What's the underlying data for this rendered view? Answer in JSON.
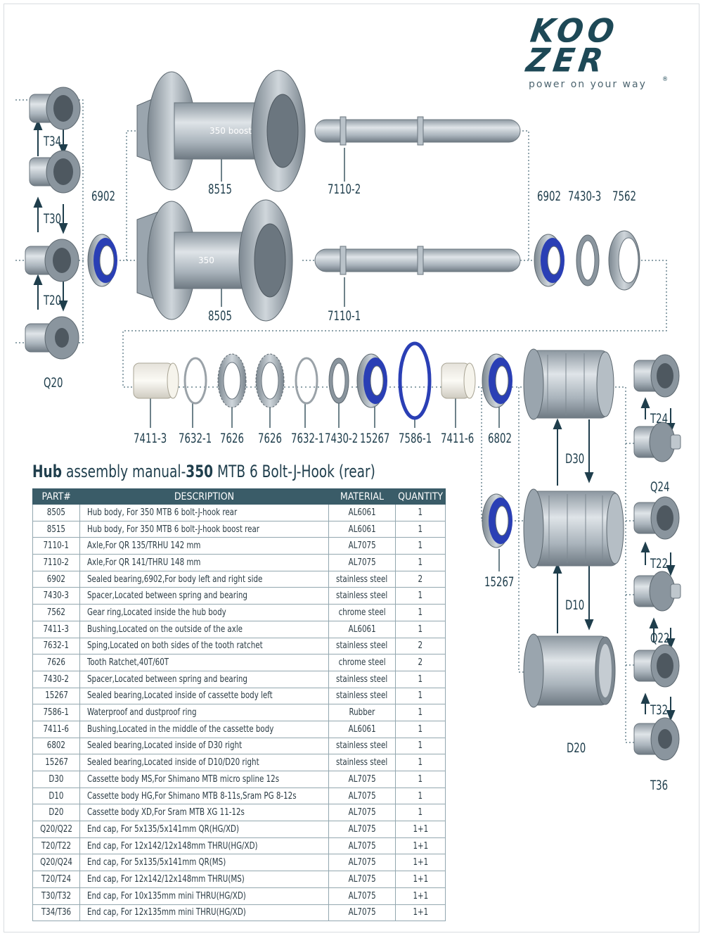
{
  "brand": {
    "logo": "KOOZER",
    "tagline": "power on your way"
  },
  "hub_labels": {
    "boost_hub": "350 boost",
    "hub": "350"
  },
  "part_labels": {
    "t34": "T34",
    "t30": "T30",
    "t20": "T20",
    "q20": "Q20",
    "bearing_left": "6902",
    "hub_boost": "8515",
    "hub_std": "8505",
    "axle_boost": "7110-2",
    "axle_std": "7110-1",
    "bearing_right": "6902",
    "spacer_right": "7430-3",
    "gear_ring": "7562",
    "bushing_a": "7411-3",
    "spring_a": "7632-1",
    "ratchet_a": "7626",
    "ratchet_b": "7626",
    "spring_b": "7632-1",
    "spacer_b": "7430-2",
    "bearing_c": "15267",
    "seal_ring": "7586-1",
    "bushing_b": "7411-6",
    "bearing_d": "6802",
    "bearing_e": "15267",
    "cb_d30": "D30",
    "cb_d10": "D10",
    "cb_d20": "D20",
    "t24": "T24",
    "q24": "Q24",
    "t22": "T22",
    "q22": "Q22",
    "t32": "T32",
    "t36": "T36"
  },
  "manual": {
    "title_bold": "Hub",
    "title_mid": " assembly manual-",
    "title_model": "350",
    "title_rest": " MTB 6 Bolt-J-Hook (rear)"
  },
  "table": {
    "headers": [
      "PART#",
      "DESCRIPTION",
      "MATERIAL",
      "QUANTITY"
    ],
    "rows": [
      [
        "8505",
        "Hub body, For 350 MTB 6 bolt-J-hook rear",
        "AL6061",
        "1"
      ],
      [
        "8515",
        "Hub body, For 350 MTB 6 bolt-J-hook boost rear",
        "AL6061",
        "1"
      ],
      [
        "7110-1",
        "Axle,For QR 135/TRHU 142 mm",
        "AL7075",
        "1"
      ],
      [
        "7110-2",
        "Axle,For QR 141/THRU 148 mm",
        "AL7075",
        "1"
      ],
      [
        "6902",
        "Sealed bearing,6902,For body left and right side",
        "stainless steel",
        "2"
      ],
      [
        "7430-3",
        "Spacer,Located between spring and bearing",
        "stainless steel",
        "1"
      ],
      [
        "7562",
        "Gear ring,Located inside the hub body",
        "chrome steel",
        "1"
      ],
      [
        "7411-3",
        "Bushing,Located on the outside of the axle",
        "AL6061",
        "1"
      ],
      [
        "7632-1",
        "Sping,Located on both sides of the tooth ratchet",
        "stainless steel",
        "2"
      ],
      [
        "7626",
        "Tooth Ratchet,40T/60T",
        "chrome steel",
        "2"
      ],
      [
        "7430-2",
        "Spacer,Located between spring and bearing",
        "stainless steel",
        "1"
      ],
      [
        "15267",
        "Sealed bearing,Located inside of cassette body left",
        "stainless steel",
        "1"
      ],
      [
        "7586-1",
        " Waterproof and dustproof ring",
        "Rubber",
        "1"
      ],
      [
        "7411-6",
        "Bushing,Located in the middle of the cassette body",
        "AL6061",
        "1"
      ],
      [
        "6802",
        "Sealed bearing,Located inside of D30 right",
        "stainless steel",
        "1"
      ],
      [
        "15267",
        "Sealed bearing,Located inside of D10/D20 right",
        "stainless steel",
        "1"
      ],
      [
        "D30",
        "Cassette body MS,For Shimano MTB micro spline 12s",
        "AL7075",
        "1"
      ],
      [
        "D10",
        "Cassette body HG,For Shimano MTB 8-11s,Sram PG 8-12s",
        "AL7075",
        "1"
      ],
      [
        "D20",
        "Cassette body XD,For Sram MTB XG 11-12s",
        "AL7075",
        "1"
      ],
      [
        "Q20/Q22",
        "End cap, For 5x135/5x141mm QR(HG/XD)",
        "AL7075",
        "1+1"
      ],
      [
        "T20/T22",
        "End cap, For 12x142/12x148mm THRU(HG/XD)",
        "AL7075",
        "1+1"
      ],
      [
        "Q20/Q24",
        "End cap, For 5x135/5x141mm QR(MS)",
        "AL7075",
        "1+1"
      ],
      [
        "T20/T24",
        "End cap, For 12x142/12x148mm THRU(MS)",
        "AL7075",
        "1+1"
      ],
      [
        "T30/T32",
        "End cap, For 10x135mm mini THRU(HG/XD)",
        "AL7075",
        "1+1"
      ],
      [
        "T34/T36",
        "End cap, For 12x135mm mini THRU(HG/XD)",
        "AL7075",
        "1+1"
      ]
    ]
  },
  "colors": {
    "brand": "#1d4856",
    "header": "#3a5c68",
    "bearing_blue": "#2a3fb5",
    "metal": "#a8b2ba"
  }
}
